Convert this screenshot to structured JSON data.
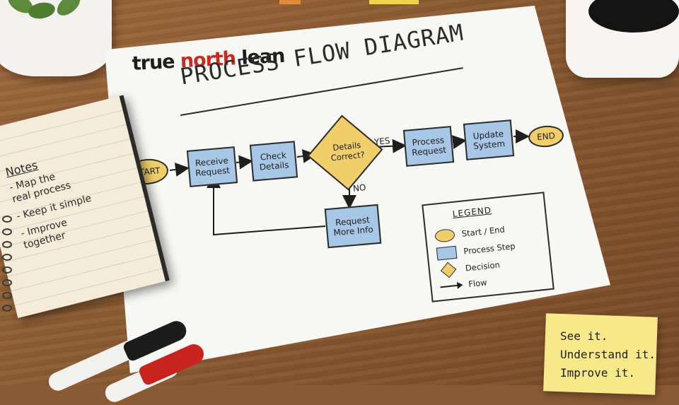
{
  "logo": {
    "part1": "true ",
    "part2": "north",
    "part3": " lean"
  },
  "title": "PROCESS FLOW DIAGRAM",
  "flow": {
    "start": "START",
    "receive": "Receive\nRequest",
    "check": "Check\nDetails",
    "decision": "Details\nCorrect?",
    "yes": "YES",
    "no": "NO",
    "process": "Process\nRequest",
    "update": "Update\nSystem",
    "end": "END",
    "more_info": "Request\nMore Info"
  },
  "legend": {
    "title": "LEGEND",
    "items": [
      "Start / End",
      "Process Step",
      "Decision",
      "Flow"
    ]
  },
  "notebook": {
    "title": "Notes",
    "items": [
      "- Map the\n  real process",
      "- Keep it simple",
      "- Improve\n  together"
    ]
  },
  "sticky": {
    "lines": [
      "See it.",
      "Understand it.",
      "Improve it."
    ]
  },
  "colors": {
    "yellow": "#f0cf6b",
    "blue": "#a8c6e6",
    "red_marker": "#c8231d",
    "black_marker": "#1c1c1c"
  }
}
